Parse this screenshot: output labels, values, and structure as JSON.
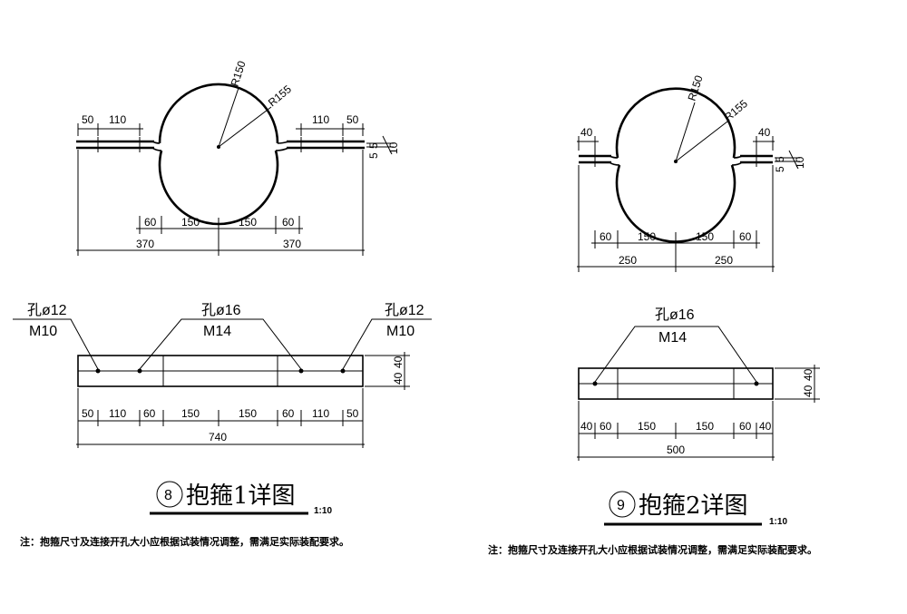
{
  "detail1": {
    "ring": {
      "r_inner": "R150",
      "r_outer": "R155"
    },
    "top_dims": {
      "a": "50",
      "b": "110",
      "c": "110",
      "d": "50"
    },
    "thick": {
      "t1": "5",
      "t2": "5",
      "t3": "10"
    },
    "center_dims": {
      "a": "60",
      "b": "150",
      "c": "150",
      "d": "60"
    },
    "half_dims": {
      "left": "370",
      "right": "370"
    },
    "holes": {
      "left": {
        "hole": "孔ø12",
        "bolt": "M10"
      },
      "mid": {
        "hole": "孔ø16",
        "bolt": "M14"
      },
      "right": {
        "hole": "孔ø12",
        "bolt": "M10"
      }
    },
    "side_dims": {
      "a": "40",
      "b": "40"
    },
    "bottom_dims": [
      "50",
      "110",
      "60",
      "150",
      "150",
      "60",
      "110",
      "50"
    ],
    "total": "740",
    "number": "8",
    "title": "抱箍1详图",
    "scale": "1:10",
    "note": "注：抱箍尺寸及连接开孔大小应根据试装情况调整，需满足实际装配要求。"
  },
  "detail2": {
    "ring": {
      "r_inner": "R150",
      "r_outer": "R155"
    },
    "top_dims": {
      "a": "40",
      "b": "40"
    },
    "thick": {
      "t1": "5",
      "t2": "5",
      "t3": "10"
    },
    "center_dims": {
      "a": "60",
      "b": "150",
      "c": "150",
      "d": "60"
    },
    "half_dims": {
      "left": "250",
      "right": "250"
    },
    "holes": {
      "mid": {
        "hole": "孔ø16",
        "bolt": "M14"
      }
    },
    "side_dims": {
      "a": "40",
      "b": "40"
    },
    "bottom_dims": [
      "40",
      "60",
      "150",
      "150",
      "60",
      "40"
    ],
    "total": "500",
    "number": "9",
    "title": "抱箍2详图",
    "scale": "1:10",
    "note": "注：抱箍尺寸及连接开孔大小应根据试装情况调整，需满足实际装配要求。"
  }
}
